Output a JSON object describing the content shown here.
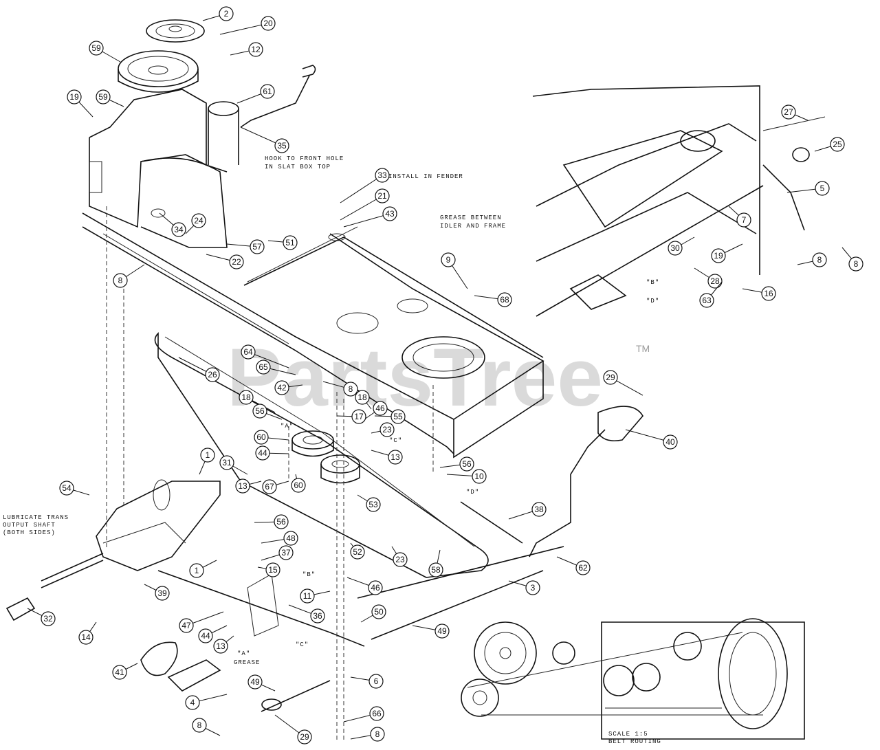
{
  "watermark": {
    "text": "PartsTree",
    "trademark": "TM"
  },
  "notes": {
    "hook": [
      "HOOK TO FRONT HOLE",
      "IN SLAT BOX TOP"
    ],
    "install": "INSTALL IN FENDER",
    "grease_idler": [
      "GREASE BETWEEN",
      "IDLER AND FRAME"
    ],
    "lubricate": [
      "LUBRICATE TRANS",
      "OUTPUT SHAFT",
      "(BOTH SIDES)"
    ],
    "grease": "GREASE",
    "scale": "SCALE 1:5",
    "belt_routing": "BELT ROUTING"
  },
  "ref_markers": [
    "\"A\"",
    "\"B\"",
    "\"C\"",
    "\"D\""
  ],
  "callouts": [
    "2",
    "20",
    "59",
    "12",
    "19",
    "59",
    "61",
    "35",
    "33",
    "21",
    "43",
    "34",
    "24",
    "57",
    "51",
    "22",
    "8",
    "9",
    "68",
    "27",
    "25",
    "5",
    "7",
    "30",
    "19",
    "8",
    "8",
    "28",
    "16",
    "63",
    "64",
    "65",
    "42",
    "8",
    "18",
    "18",
    "46",
    "56",
    "17",
    "55",
    "26",
    "29",
    "60",
    "23",
    "44",
    "13",
    "56",
    "40",
    "1",
    "31",
    "10",
    "54",
    "13",
    "67",
    "60",
    "53",
    "38",
    "56",
    "48",
    "37",
    "52",
    "23",
    "1",
    "15",
    "46",
    "58",
    "62",
    "3",
    "39",
    "11",
    "32",
    "14",
    "47",
    "44",
    "36",
    "50",
    "13",
    "49",
    "41",
    "6",
    "49",
    "4",
    "8",
    "29",
    "66",
    "8"
  ]
}
